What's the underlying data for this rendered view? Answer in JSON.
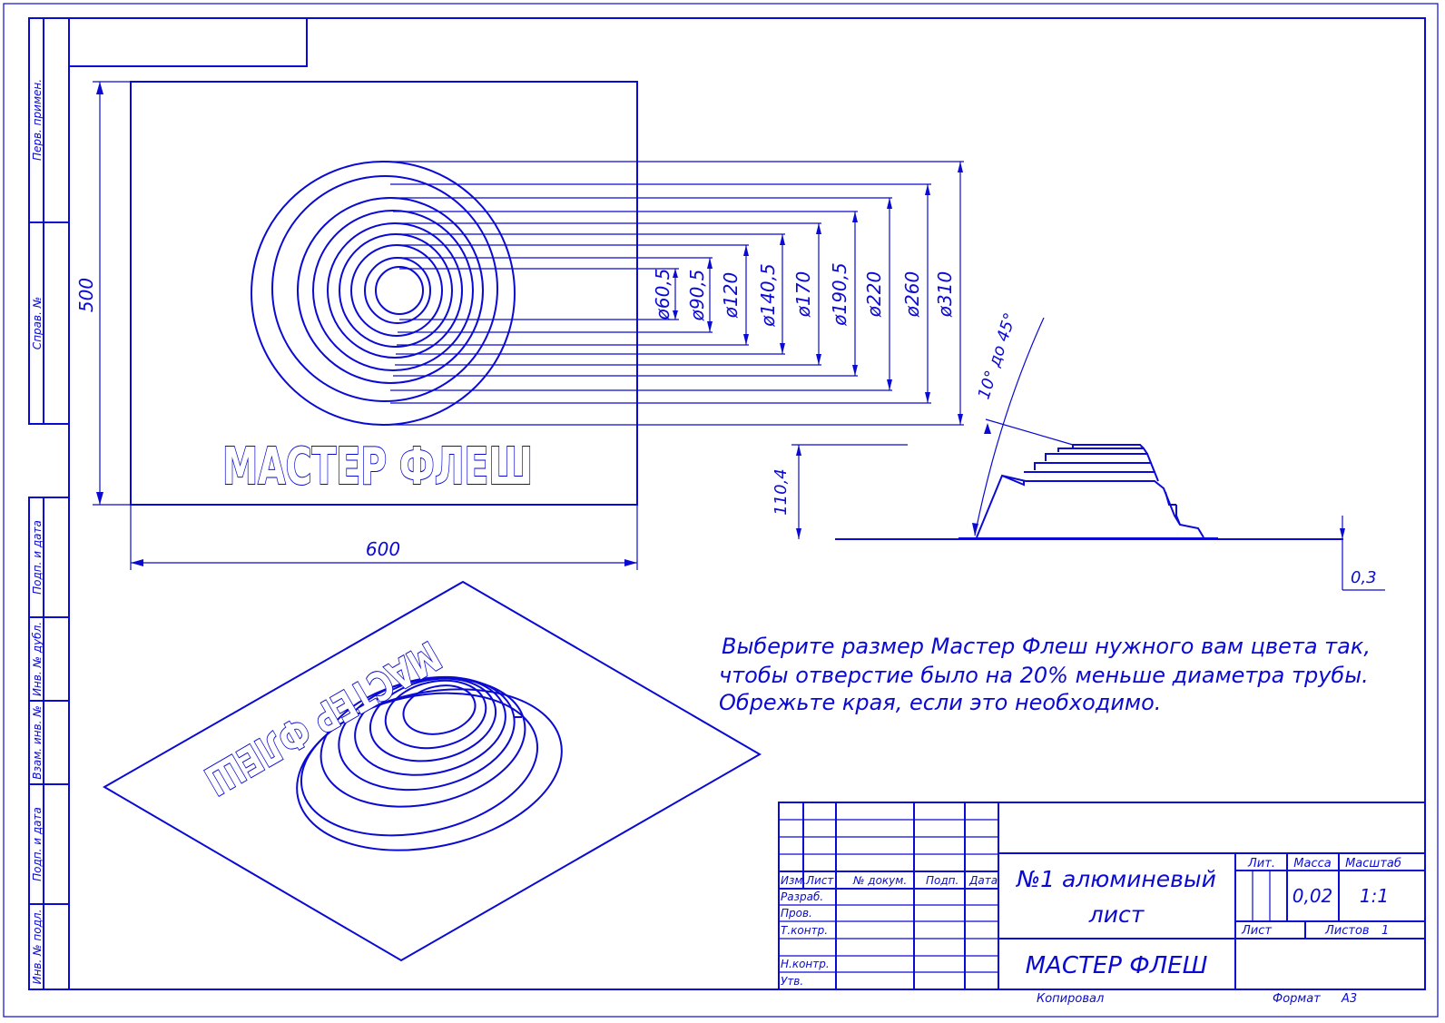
{
  "side_stamps": {
    "perv_primen": "Перв. примен.",
    "sprav_no": "Справ. №",
    "podp_data_1": "Подп. и дата",
    "inv_dubl": "Инв. № дубл.",
    "vzam_inv": "Взам. инв. №",
    "podp_data_2": "Подп. и дата",
    "inv_podl": "Инв. № подл."
  },
  "plan": {
    "height_dim": "500",
    "width_dim": "600",
    "logo": "МАСТЕР ФЛЕШ"
  },
  "diameters": [
    "ø60,5",
    "ø90,5",
    "ø120",
    "ø140,5",
    "ø170",
    "ø190,5",
    "ø220",
    "ø260",
    "ø310"
  ],
  "profile": {
    "angle": "10° до 45°",
    "height": "110,4",
    "thickness": "0,3"
  },
  "note": {
    "line1": " Выберите размер Мастер Флеш нужного вам цвета так,",
    "line2": "чтобы отверстие было на 20% меньше диаметра трубы.",
    "line3": "Обрежьте края, если это необходимо."
  },
  "iso": {
    "logo": "МАСТЕР ФЛЕШ"
  },
  "title_block": {
    "izm": "Изм.",
    "list": "Лист",
    "no_dokum": "№ докум.",
    "podp": "Подп.",
    "data": "Дата",
    "razrab": "Разраб.",
    "prov": "Пров.",
    "tkontr": "Т.контр.",
    "nkontr": "Н.контр.",
    "utv": "Утв.",
    "designation_1": "№1 алюминевый",
    "designation_2": "лист",
    "product": "МАСТЕР ФЛЕШ",
    "lit": "Лит.",
    "massa": "Масса",
    "masshtab": "Масштаб",
    "massa_val": "0,02",
    "masshtab_val": "1:1",
    "sheet": "Лист",
    "sheets": "Листов",
    "sheets_val": "1",
    "kopiroval": "Копировал",
    "format": "Формат",
    "format_val": "А3"
  },
  "colors": {
    "line": "#0a0ad2",
    "background": "#ffffff"
  }
}
